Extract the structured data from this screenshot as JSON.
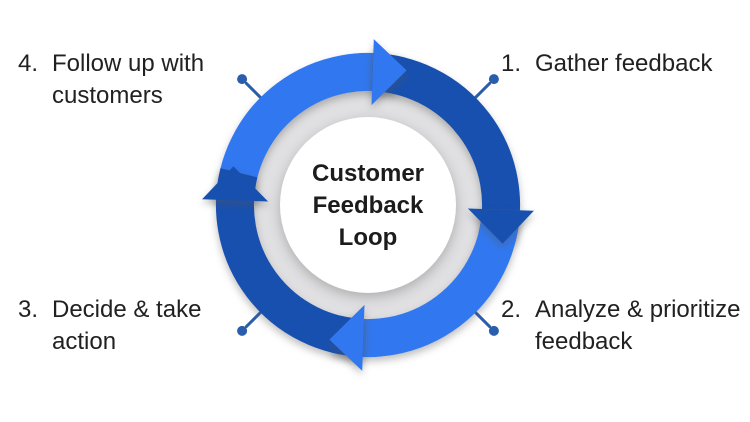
{
  "diagram": {
    "center_title": {
      "lines": [
        "Customer",
        "Feedback",
        "Loop"
      ]
    },
    "steps": [
      {
        "number": "1.",
        "lines": [
          "Gather feedback",
          ""
        ]
      },
      {
        "number": "2.",
        "lines": [
          "Analyze & prioritize",
          "feedback"
        ]
      },
      {
        "number": "3.",
        "lines": [
          "Decide & take",
          "action"
        ]
      },
      {
        "number": "4.",
        "lines": [
          "Follow up with",
          "customers"
        ]
      }
    ],
    "icons": {
      "arrowhead_top": "arrow-right-icon",
      "arrowhead_right": "arrow-down-icon",
      "arrowhead_bottom": "arrow-left-icon",
      "arrowhead_left": "arrow-up-icon",
      "connector_marker": "dot-icon"
    },
    "colors": {
      "arrow_light_blue": "#3178F0",
      "arrow_dark_blue": "#1850B0",
      "connector_blue": "#2B5DAD",
      "ring_gray": "#E0E0E2",
      "center_white": "#FFFFFF",
      "text": "#212121",
      "background": "#FFFFFF"
    }
  }
}
